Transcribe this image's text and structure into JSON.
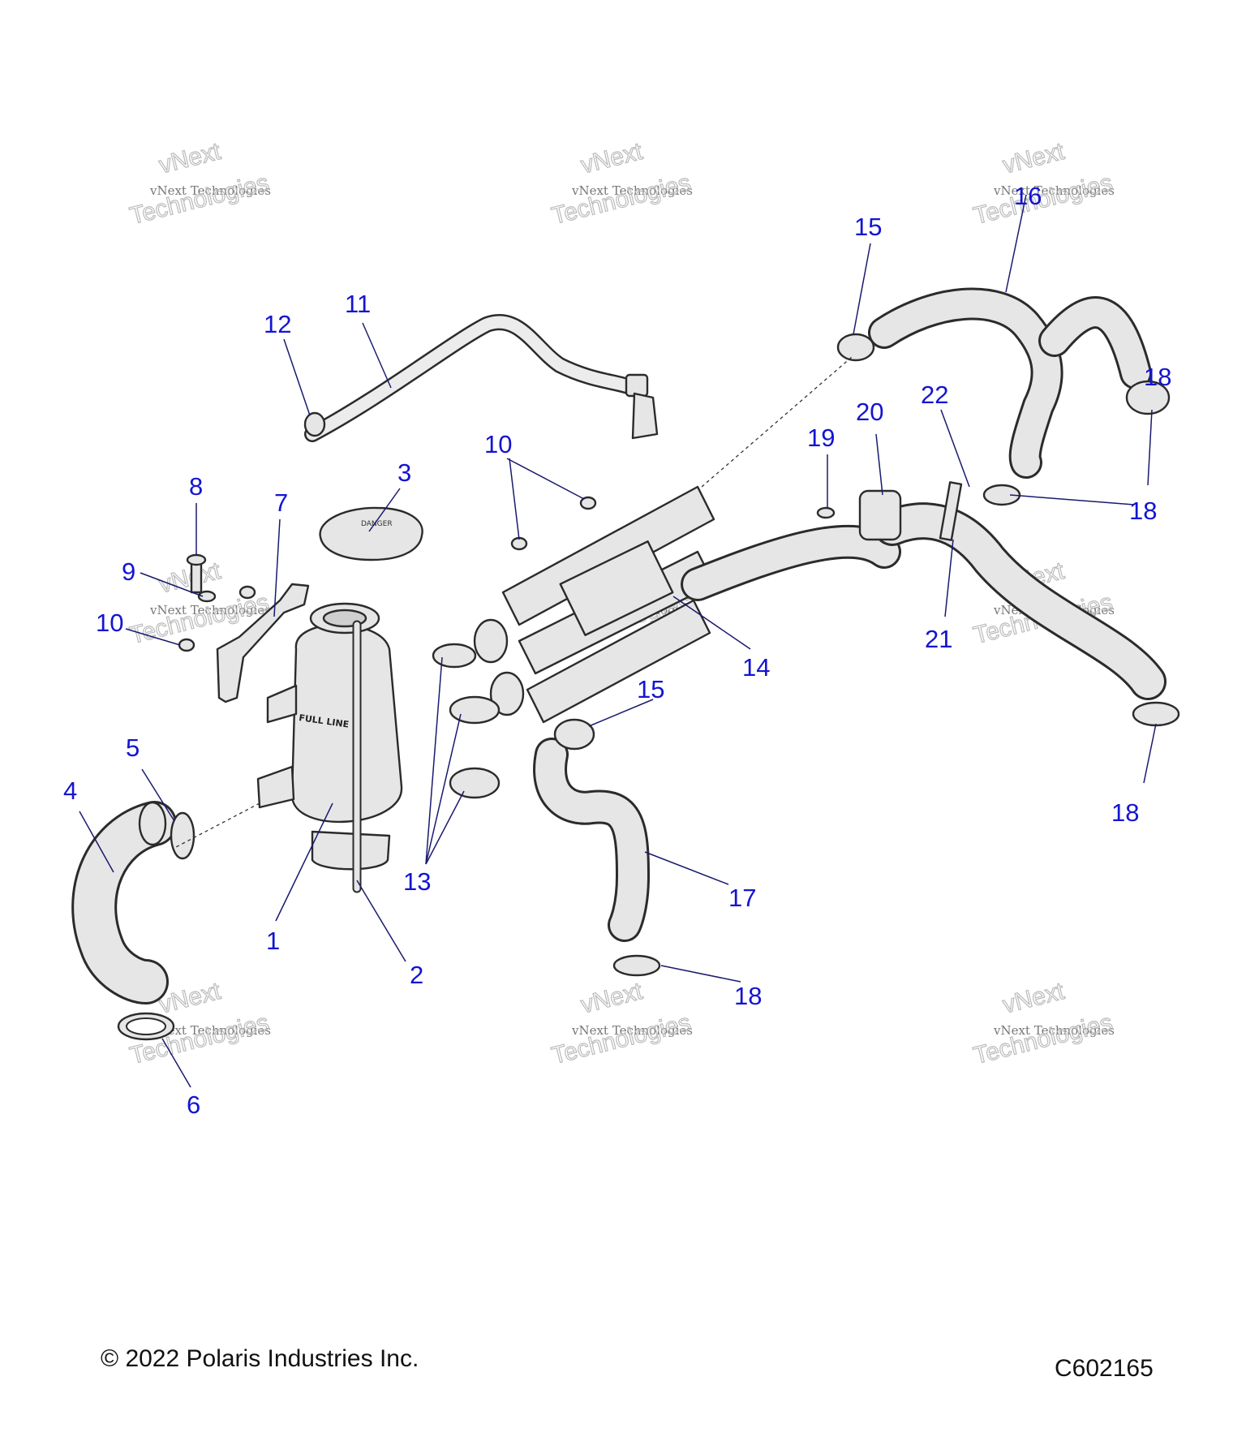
{
  "footer": {
    "copyright": "© 2022 Polaris Industries Inc.",
    "figure_code": "C602165"
  },
  "watermark": {
    "line_small": "vNext Technologies",
    "line_big": "Technologies",
    "line_top": "vNext"
  },
  "callouts": [
    "1",
    "2",
    "3",
    "4",
    "5",
    "6",
    "7",
    "8",
    "9",
    "10",
    "10",
    "11",
    "12",
    "13",
    "14",
    "15",
    "15",
    "16",
    "17",
    "18",
    "18",
    "18",
    "18",
    "19",
    "20",
    "21",
    "22"
  ],
  "labels": {
    "cap_danger": "DANGER",
    "tank_full_line": "FULL LINE"
  },
  "colors": {
    "callout": "#1414d2",
    "line": "#2b2b2b",
    "part_fill": "#e6e6e6"
  }
}
